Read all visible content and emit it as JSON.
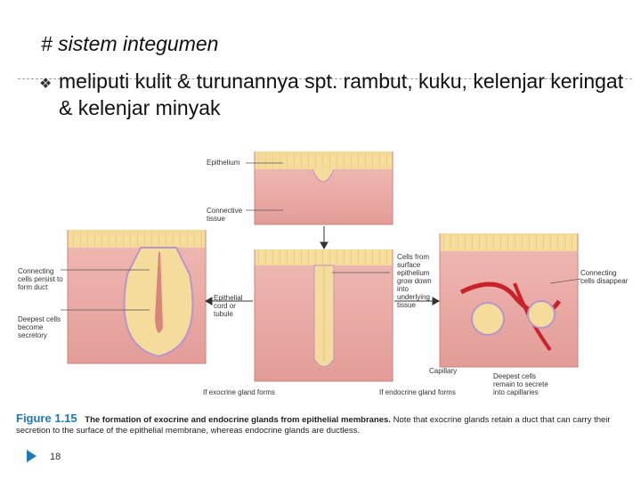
{
  "slide": {
    "heading": "# sistem integumen",
    "bullet_text": "meliputi kulit & turunannya spt. rambut, kuku, kelenjar keringat & kelenjar minyak",
    "page_number": "18"
  },
  "figure": {
    "labels": {
      "epithelium": "Epithelium",
      "connective_tissue": "Connective tissue",
      "cells_from_surface": "Cells from surface epithelium grow down into underlying tissue",
      "epithelial_cord": "Epithelial cord or tubule",
      "connecting_persist": "Connecting cells persist to form duct",
      "deepest_secretory": "Deepest cells become secretory",
      "connecting_disappear": "Connecting cells disappear",
      "capillary": "Capillary",
      "deepest_remain": "Deepest cells remain to secrete into capillaries",
      "if_exocrine": "If exocrine gland forms",
      "if_endocrine": "If endocrine gland forms"
    },
    "caption": {
      "number": "Figure 1.15",
      "title": "The formation of exocrine and endocrine glands from epithelial membranes.",
      "text": "Note that exocrine glands retain a duct that can carry their secretion to the surface of the epithelial membrane, whereas endocrine glands are ductless."
    }
  },
  "colors": {
    "epithelium_top": "#f3d590",
    "connective": "#e8a9a6",
    "gland_outline": "#b896c8",
    "endocrine_red": "#c8232b",
    "accent": "#1e78b4"
  }
}
